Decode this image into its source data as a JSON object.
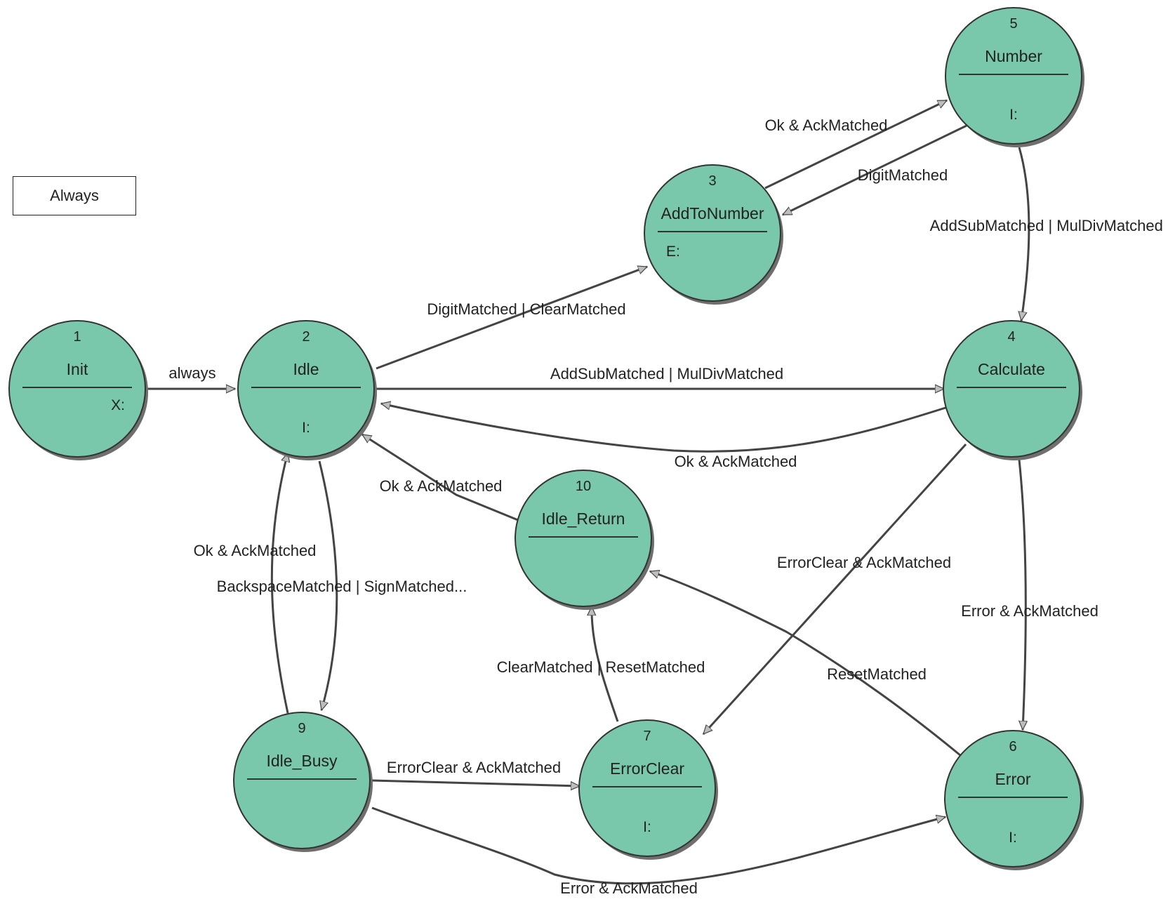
{
  "legend": {
    "label": "Always"
  },
  "colors": {
    "state_fill": "#79c8ab",
    "state_shadow": "#6f6f6f",
    "line": "#444444",
    "text": "#222222"
  },
  "states": [
    {
      "id": "1",
      "name": "Init",
      "action": "X:",
      "action_align": "right"
    },
    {
      "id": "2",
      "name": "Idle",
      "action": "I:",
      "action_align": "center"
    },
    {
      "id": "3",
      "name": "AddToNumber",
      "action": "E:",
      "action_align": "left"
    },
    {
      "id": "4",
      "name": "Calculate",
      "action": "",
      "action_align": "center"
    },
    {
      "id": "5",
      "name": "Number",
      "action": "I:",
      "action_align": "center"
    },
    {
      "id": "6",
      "name": "Error",
      "action": "I:",
      "action_align": "center"
    },
    {
      "id": "7",
      "name": "ErrorClear",
      "action": "I:",
      "action_align": "center"
    },
    {
      "id": "9",
      "name": "Idle_Busy",
      "action": "",
      "action_align": "center"
    },
    {
      "id": "10",
      "name": "Idle_Return",
      "action": "",
      "action_align": "center"
    }
  ],
  "transitions": [
    {
      "id": "t_init_idle",
      "from": "1",
      "to": "2",
      "label": "always"
    },
    {
      "id": "t_idle_addtonum",
      "from": "2",
      "to": "3",
      "label": "DigitMatched | ClearMatched"
    },
    {
      "id": "t_addtonum_number",
      "from": "3",
      "to": "5",
      "label": "Ok & AckMatched"
    },
    {
      "id": "t_number_addtonum",
      "from": "5",
      "to": "3",
      "label": "DigitMatched"
    },
    {
      "id": "t_number_calc",
      "from": "5",
      "to": "4",
      "label": "AddSubMatched | MulDivMatched ..."
    },
    {
      "id": "t_idle_calc",
      "from": "2",
      "to": "4",
      "label": "AddSubMatched | MulDivMatched"
    },
    {
      "id": "t_calc_idle",
      "from": "4",
      "to": "2",
      "label": "Ok & AckMatched"
    },
    {
      "id": "t_return_idle",
      "from": "10",
      "to": "2",
      "label": "Ok & AckMatched"
    },
    {
      "id": "t_busy_idle",
      "from": "9",
      "to": "2",
      "label": "Ok & AckMatched"
    },
    {
      "id": "t_idle_busy",
      "from": "2",
      "to": "9",
      "label": "BackspaceMatched | SignMatched..."
    },
    {
      "id": "t_calc_errclear",
      "from": "4",
      "to": "7",
      "label": "ErrorClear & AckMatched"
    },
    {
      "id": "t_calc_error",
      "from": "4",
      "to": "6",
      "label": "Error & AckMatched"
    },
    {
      "id": "t_errclear_return",
      "from": "7",
      "to": "10",
      "label": "ClearMatched | ResetMatched"
    },
    {
      "id": "t_error_return",
      "from": "6",
      "to": "10",
      "label": "ResetMatched"
    },
    {
      "id": "t_busy_errclear",
      "from": "9",
      "to": "7",
      "label": "ErrorClear & AckMatched"
    },
    {
      "id": "t_busy_error",
      "from": "9",
      "to": "6",
      "label": "Error & AckMatched"
    }
  ]
}
